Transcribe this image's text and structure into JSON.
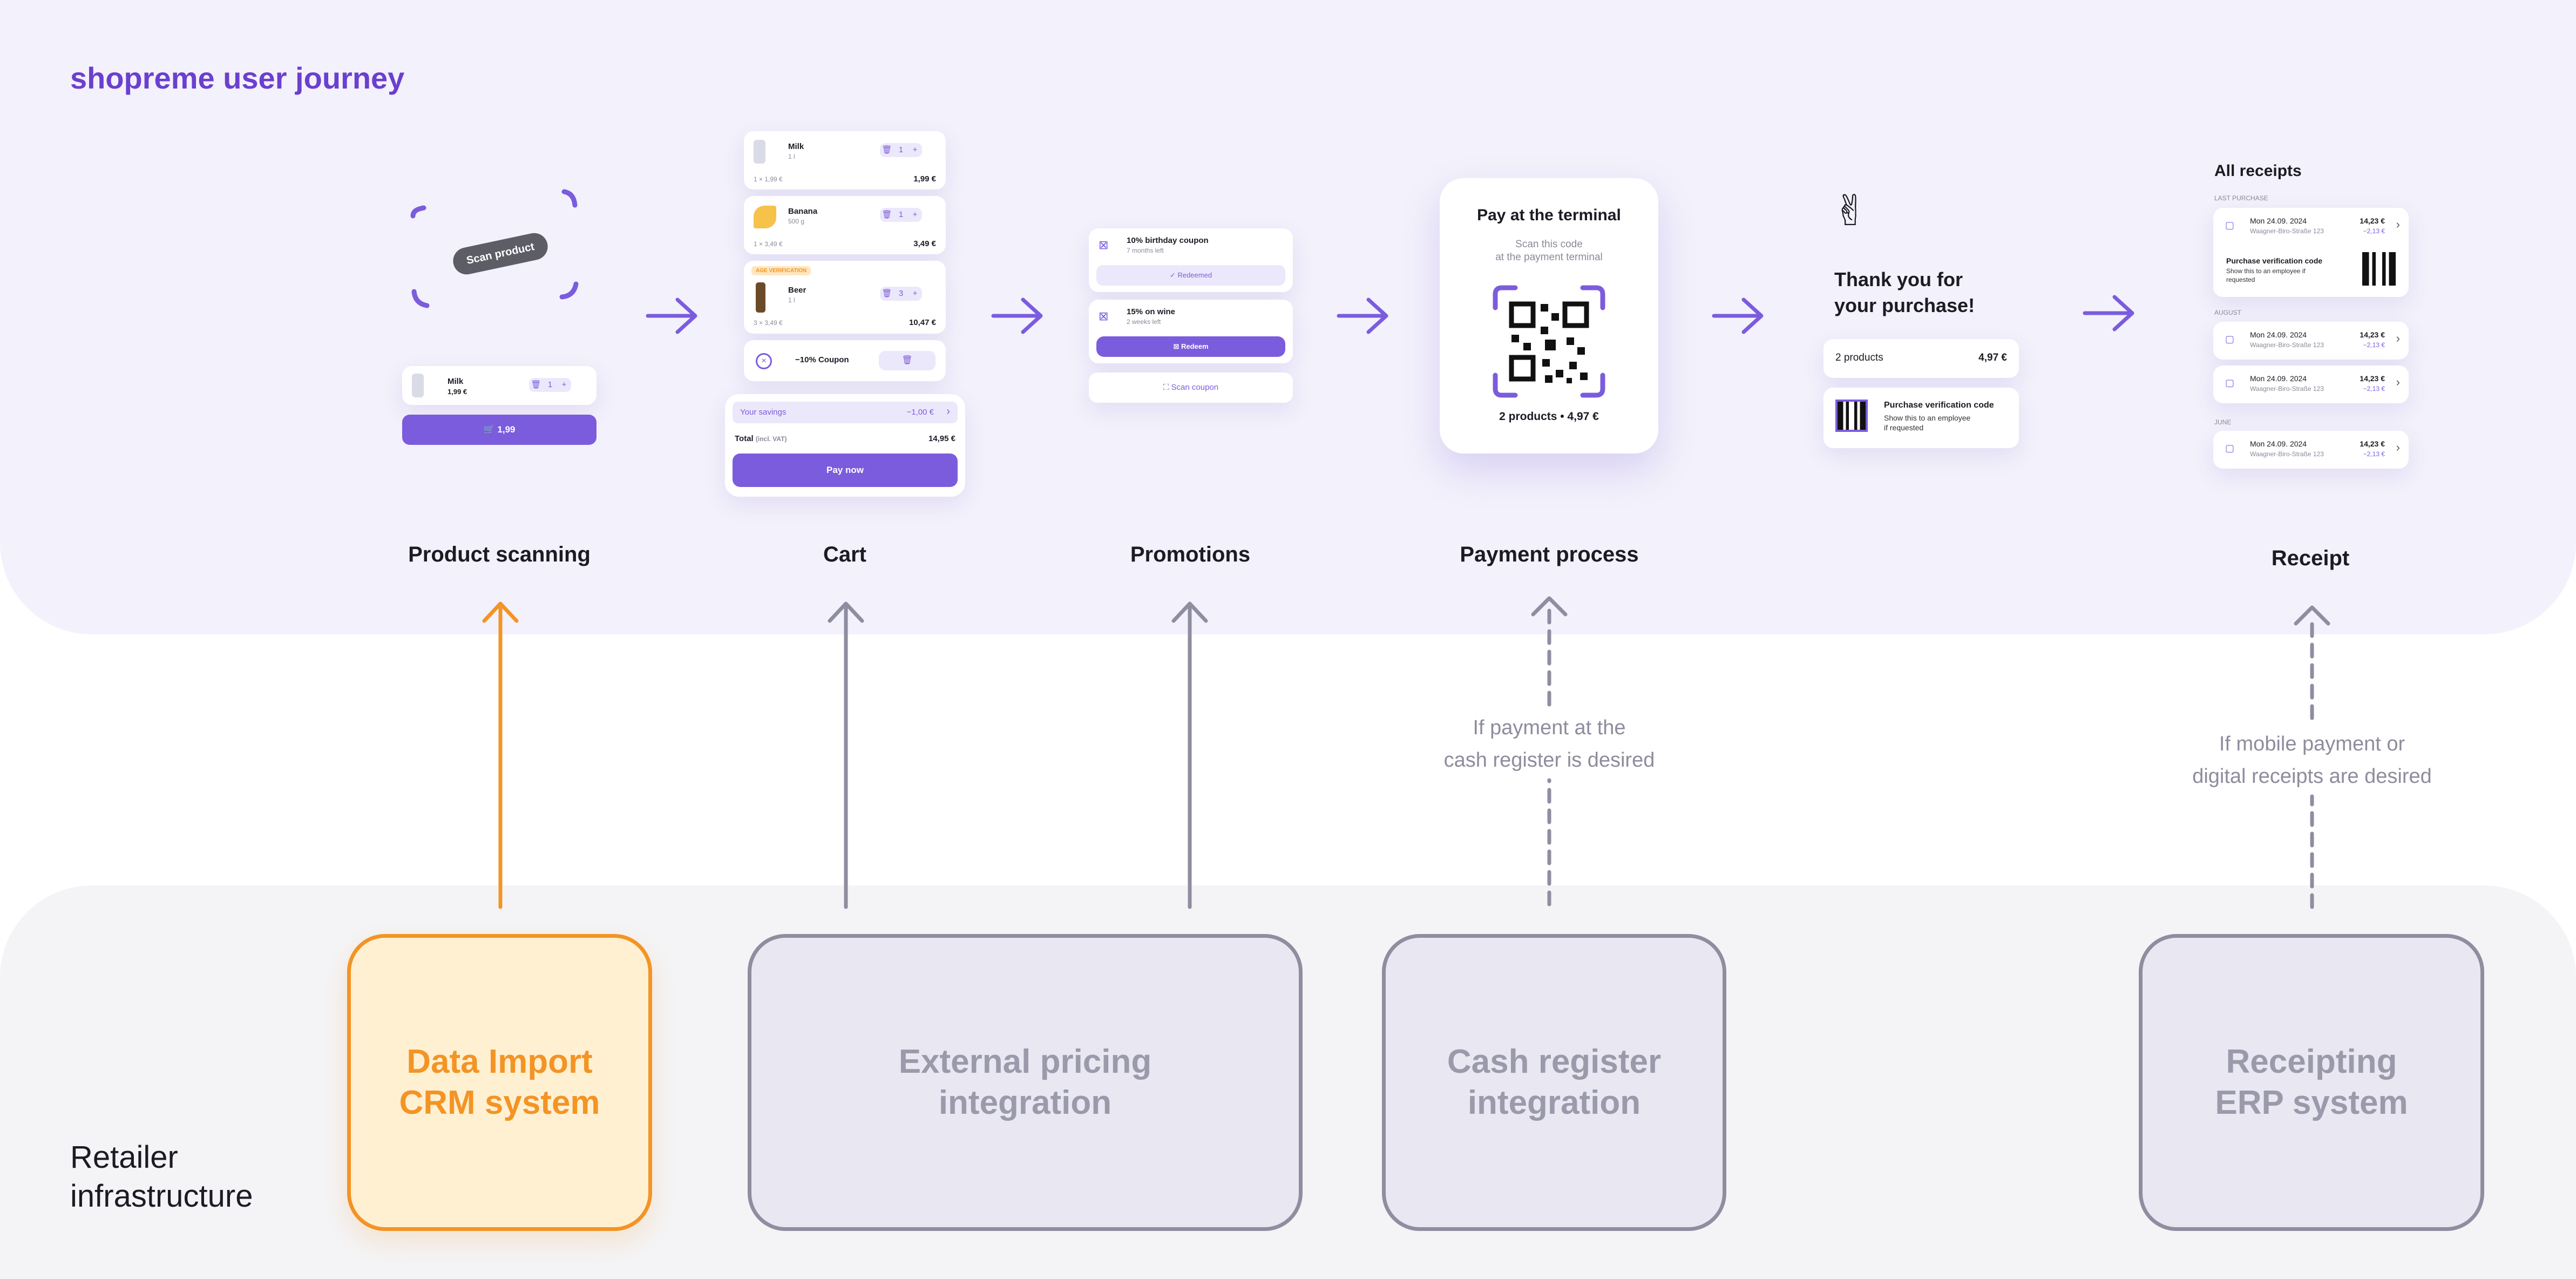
{
  "journey": {
    "title": "shopreme user journey"
  },
  "infrastructure": {
    "title": "Retailer infrastructure"
  },
  "stages": [
    {
      "label": "Product scanning"
    },
    {
      "label": "Cart"
    },
    {
      "label": "Promotions"
    },
    {
      "label": "Payment process"
    },
    {
      "label": "Receipt"
    }
  ],
  "scanning": {
    "tooltip": "Scan product",
    "item_name": "Milk",
    "item_price": "1,99 €",
    "qty": "1",
    "cart_button": "1,99"
  },
  "cart": {
    "items": [
      {
        "name": "Milk",
        "size": "1 l",
        "qty": "1",
        "unit": "1 × 1,99 €",
        "total": "1,99 €"
      },
      {
        "name": "Banana",
        "size": "500 g",
        "qty": "1",
        "unit": "1 × 3,49 €",
        "total": "3,49 €"
      },
      {
        "name": "Beer",
        "size": "1 l",
        "qty": "3",
        "unit": "3 × 3,49 €",
        "total": "10,47 €",
        "badge": "AGE VERIFICATION"
      }
    ],
    "coupon": "−10% Coupon",
    "savings_label": "Your savings",
    "savings_value": "−1,00 €",
    "total_label": "Total",
    "total_note": "(incl. VAT)",
    "total_value": "14,95 €",
    "pay_button": "Pay now"
  },
  "promotions": {
    "coupons": [
      {
        "title": "10% birthday coupon",
        "sub": "7 months left",
        "action": "Redeemed"
      },
      {
        "title": "15% on wine",
        "sub": "2 weeks left",
        "action": "Redeem"
      }
    ],
    "scan_coupon": "Scan coupon"
  },
  "payment": {
    "title": "Pay at the terminal",
    "instruction_1": "Scan this code",
    "instruction_2": "at the payment terminal",
    "summary": "2 products  •  4,97 €"
  },
  "thanks": {
    "title_1": "Thank you for",
    "title_2": "your purchase!",
    "products": "2 products",
    "amount": "4,97 €",
    "verify_title": "Purchase verification code",
    "verify_sub_1": "Show this to an employee",
    "verify_sub_2": "if requested"
  },
  "receipts": {
    "title": "All receipts",
    "groups": [
      {
        "label": "LAST PURCHASE"
      },
      {
        "label": "AUGUST"
      },
      {
        "label": "JUNE"
      }
    ],
    "entry": {
      "date": "Mon 24.09. 2024",
      "address": "Waagner-Biro-Straße 123",
      "amount": "14,23 €",
      "saving": "−2,13 €"
    },
    "verify_title": "Purchase verification code",
    "verify_sub_1": "Show this to an employee if",
    "verify_sub_2": "requested"
  },
  "notes": {
    "cash_register": [
      "If payment at the",
      "cash register is desired"
    ],
    "mobile": [
      "If mobile payment or",
      "digital receipts are desired"
    ]
  },
  "systems": [
    {
      "line1": "Data Import",
      "line2": "CRM system",
      "highlighted": true
    },
    {
      "line1": "External pricing",
      "line2": "integration",
      "highlighted": false
    },
    {
      "line1": "Cash register",
      "line2": "integration",
      "highlighted": false
    },
    {
      "line1": "Receipting",
      "line2": "ERP system",
      "highlighted": false
    }
  ],
  "colors": {
    "accent": "#7b5cdd",
    "highlight": "#f39425",
    "connector": "#8e8ea0"
  }
}
